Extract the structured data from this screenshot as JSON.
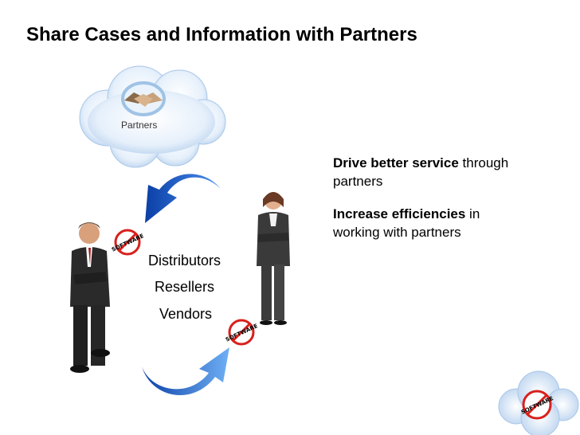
{
  "slide": {
    "title": "Share Cases and Information with Partners"
  },
  "partners_badge": {
    "label": "Partners",
    "icon": "handshake-icon"
  },
  "bullets": [
    {
      "bold": "Drive better service",
      "rest": " through partners"
    },
    {
      "bold": "Increase efficiencies",
      "rest": " in working with partners"
    }
  ],
  "partner_types": [
    "Distributors",
    "Resellers",
    "Vendors"
  ],
  "stamp_text": "SOFTWARE",
  "colors": {
    "cloud": "#d6e6f7",
    "cloud_edge": "#a9c6e8",
    "arrow": "#1f62d6",
    "stamp_red": "#d8201c"
  }
}
